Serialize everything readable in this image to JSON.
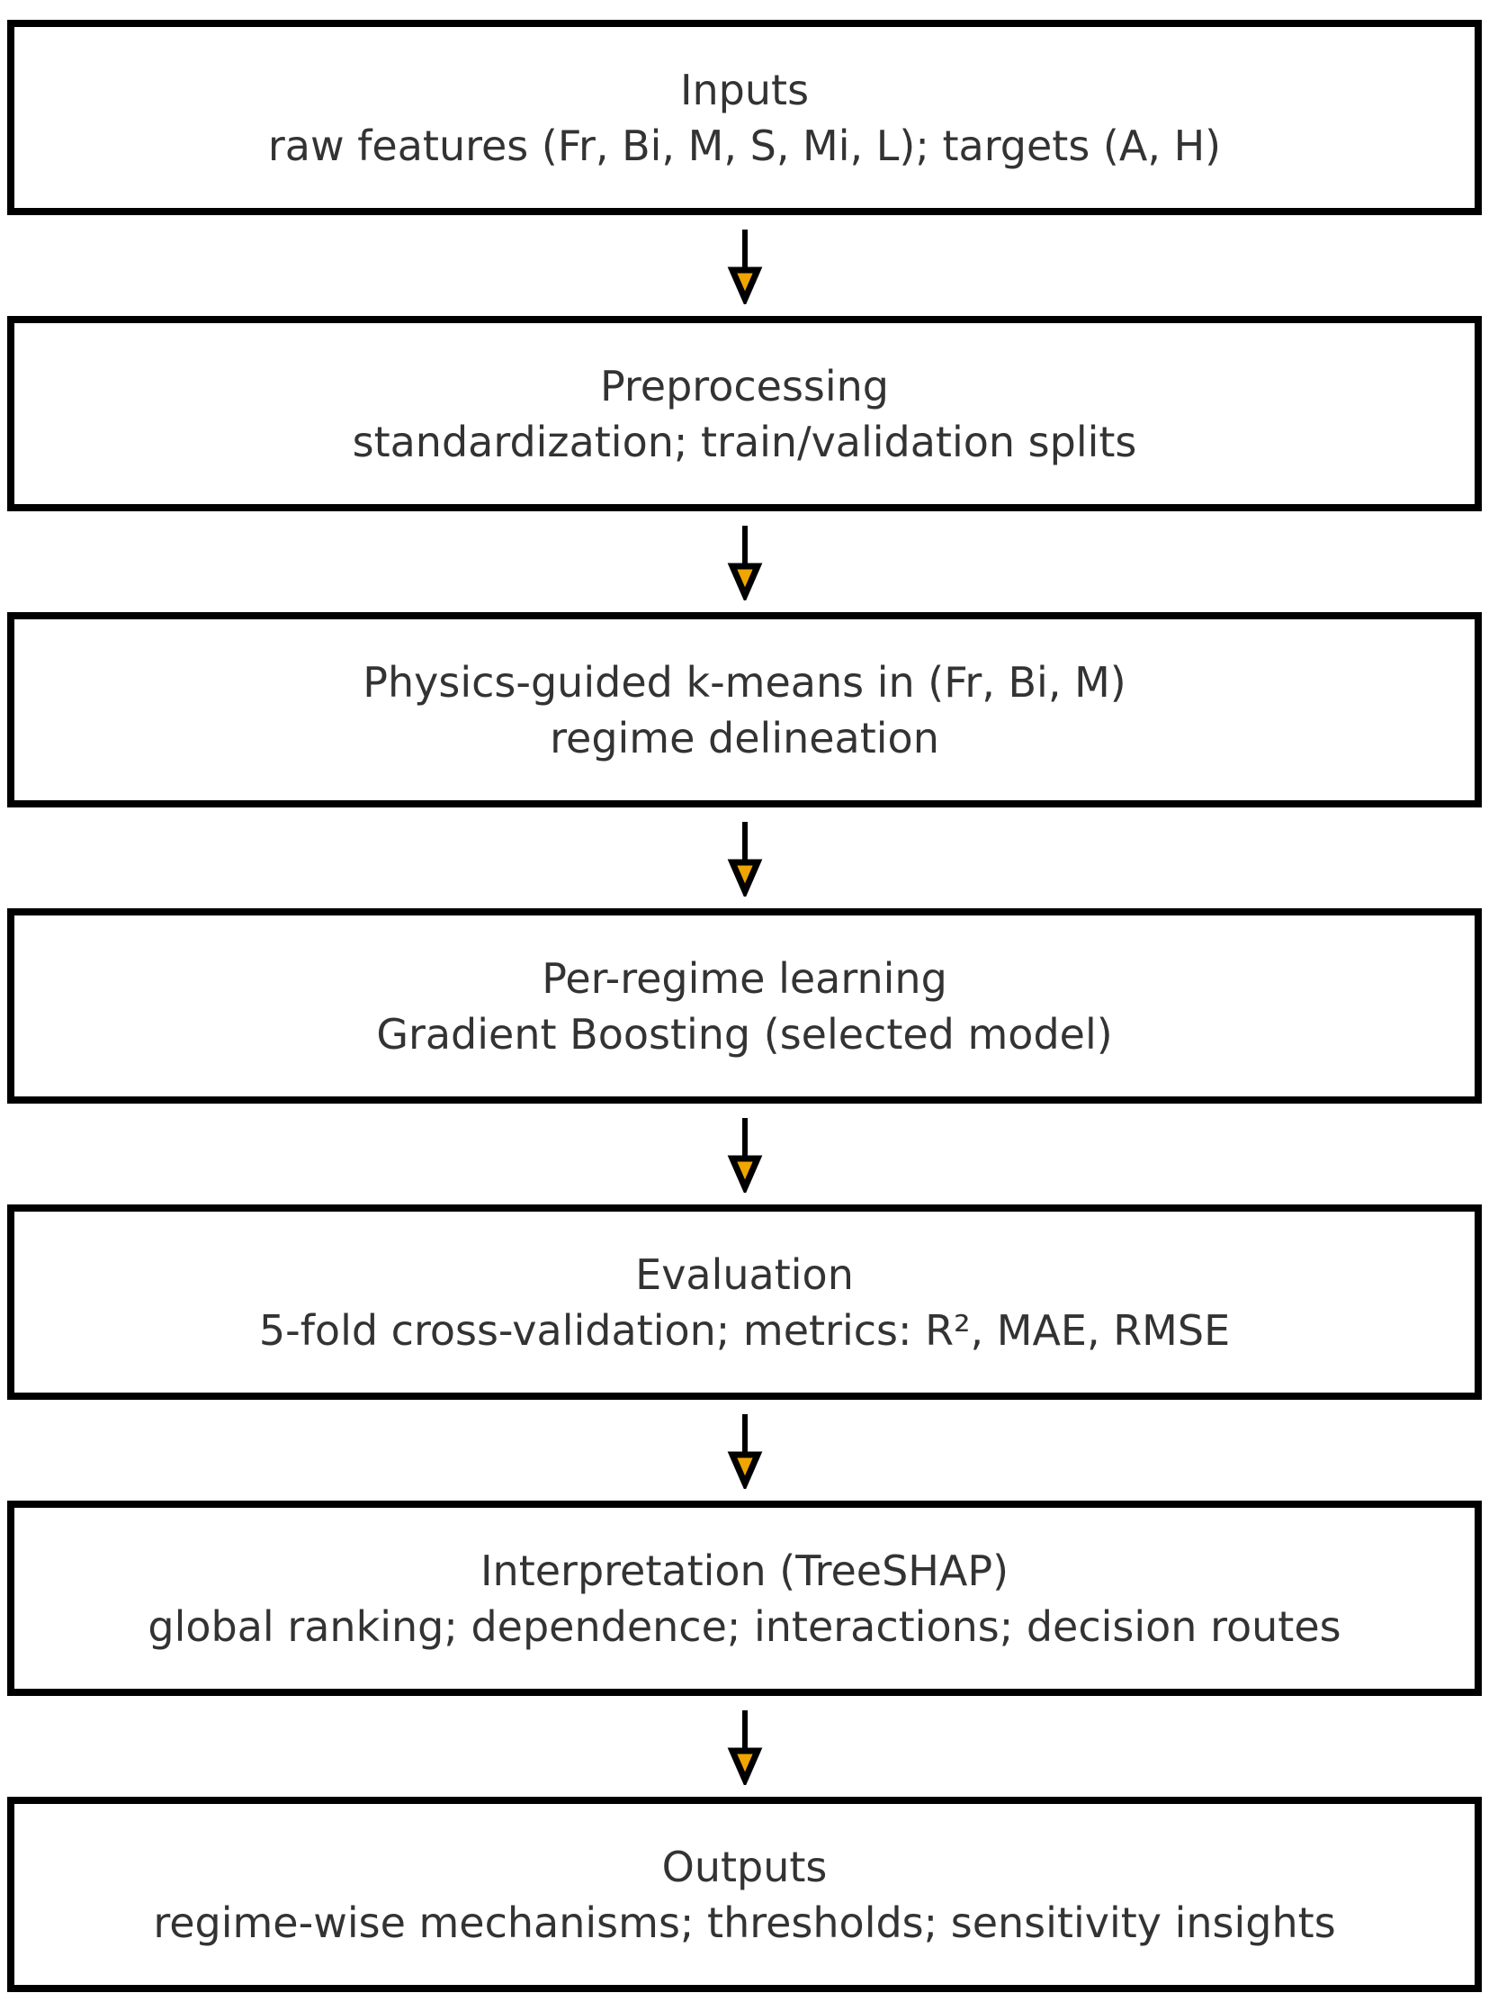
{
  "diagram": {
    "type": "vertical-flowchart",
    "colors": {
      "border": "#000000",
      "text": "#333333",
      "arrow_line": "#000000",
      "arrow_fill": "#F0A500",
      "background": "#FFFFFF"
    },
    "nodes": [
      {
        "id": "inputs",
        "title": "Inputs",
        "subtitle": "raw features (Fr, Bi, M, S, Mi, L); targets (A, H)"
      },
      {
        "id": "preprocessing",
        "title": "Preprocessing",
        "subtitle": "standardization; train/validation splits"
      },
      {
        "id": "clustering",
        "title": "Physics-guided k-means in (Fr, Bi, M)",
        "subtitle": "regime delineation"
      },
      {
        "id": "learning",
        "title": "Per-regime learning",
        "subtitle": "Gradient Boosting (selected model)"
      },
      {
        "id": "evaluation",
        "title": "Evaluation",
        "subtitle": "5-fold cross-validation; metrics: R², MAE, RMSE"
      },
      {
        "id": "interpretation",
        "title": "Interpretation (TreeSHAP)",
        "subtitle": "global ranking; dependence; interactions; decision routes"
      },
      {
        "id": "outputs",
        "title": "Outputs",
        "subtitle": "regime-wise mechanisms; thresholds; sensitivity insights"
      }
    ],
    "connections": [
      "inputs->preprocessing",
      "preprocessing->clustering",
      "clustering->learning",
      "learning->evaluation",
      "evaluation->interpretation",
      "interpretation->outputs"
    ]
  }
}
